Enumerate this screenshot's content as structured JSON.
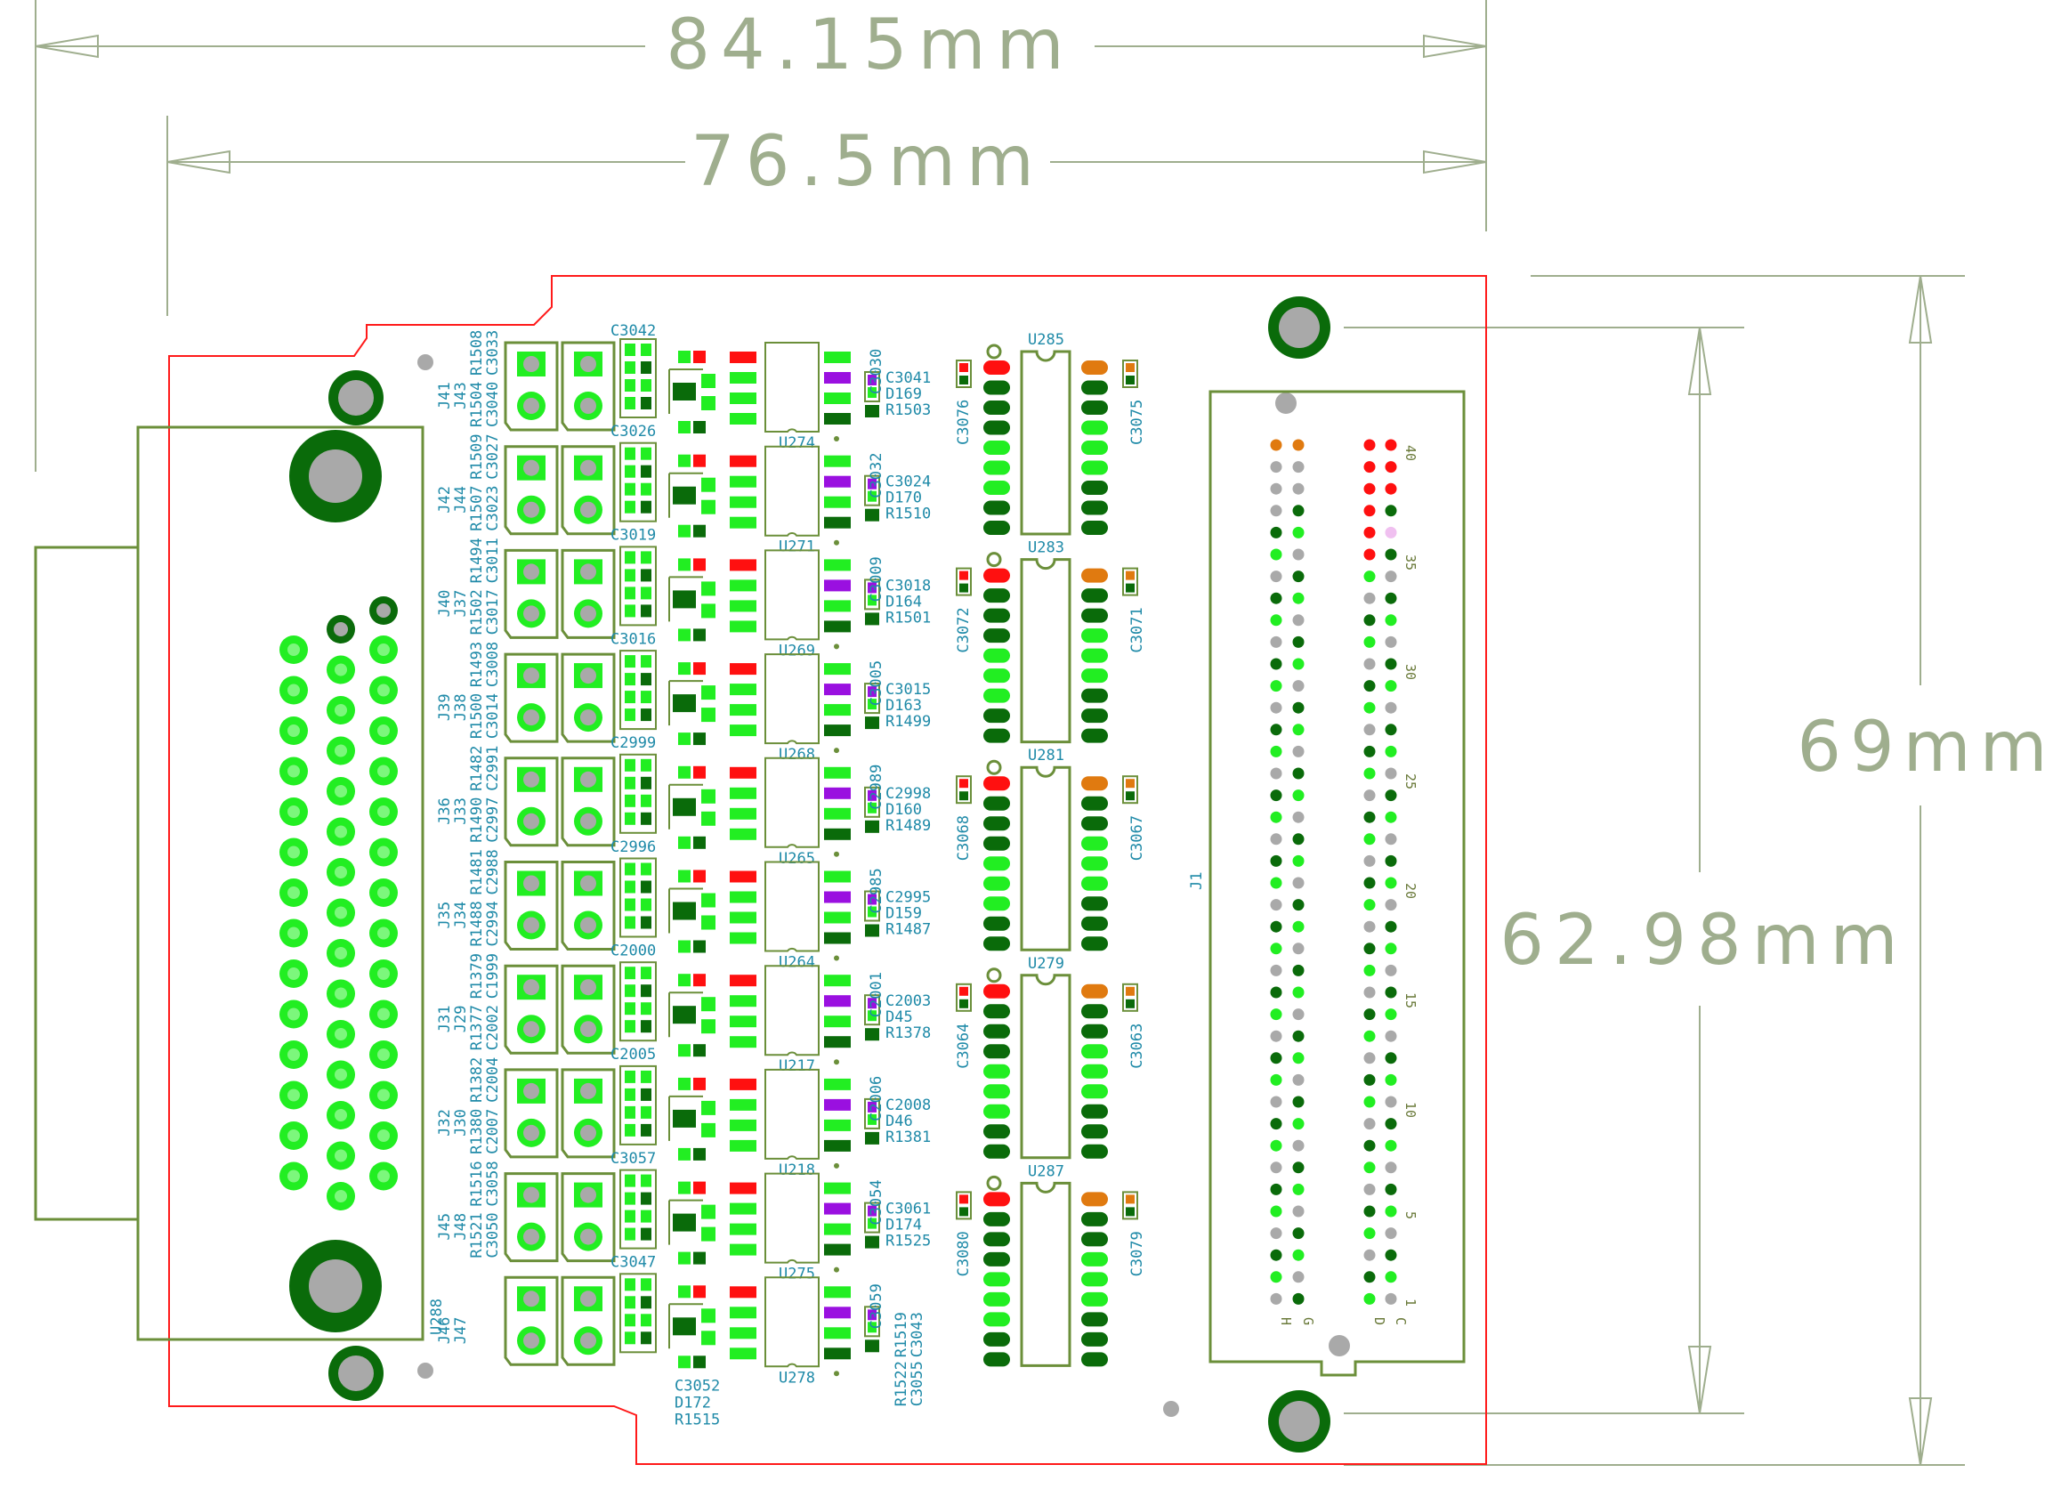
{
  "dimensions": {
    "overall_width": "84.15mm",
    "inner_width": "76.5mm",
    "overall_height": "69mm",
    "inner_height": "62.98mm"
  },
  "colors": {
    "outline": "#6b8f3a",
    "board_edge": "#ff1a1a",
    "dim_line": "#9fae8e",
    "pad_bright": "#22ee22",
    "pad_dark": "#0a6b0a",
    "pad_red": "#ff1010",
    "pad_orange": "#e07a10",
    "pad_purple": "#9a10e0",
    "label": "#1f8aa8",
    "drill": "#a9a9a9"
  },
  "channels": [
    {
      "connectors": [
        "J41",
        "J43"
      ],
      "refs": [
        "R1504",
        "R1508",
        "C3040",
        "C3033"
      ],
      "cap_top": "C3042",
      "cap_bottom": "C3026",
      "ic": "U274",
      "cap_vert": "C3030",
      "side": [
        "C3041",
        "D169",
        "R1503"
      ]
    },
    {
      "connectors": [
        "J42",
        "J44"
      ],
      "refs": [
        "R1507",
        "R1509",
        "C3023",
        "C3027"
      ],
      "cap_bottom": "C3019",
      "ic": "U271",
      "cap_vert": "C3032",
      "side": [
        "C3024",
        "D170",
        "R1510"
      ]
    },
    {
      "connectors": [
        "J40",
        "J37"
      ],
      "refs": [
        "R1502",
        "R1494",
        "C3017",
        "C3011"
      ],
      "cap_bottom": "C3016",
      "ic": "U269",
      "cap_vert": "C3009",
      "side": [
        "C3018",
        "D164",
        "R1501"
      ]
    },
    {
      "connectors": [
        "J39",
        "J38"
      ],
      "refs": [
        "R1500",
        "R1493",
        "C3014",
        "C3008"
      ],
      "cap_bottom": "C2999",
      "ic": "U268",
      "cap_vert": "C3005",
      "side": [
        "C3015",
        "D163",
        "R1499"
      ]
    },
    {
      "connectors": [
        "J36",
        "J33"
      ],
      "refs": [
        "R1490",
        "R1482",
        "C2997",
        "C2991"
      ],
      "cap_bottom": "C2996",
      "ic": "U265",
      "cap_vert": "C2989",
      "side": [
        "C2998",
        "D160",
        "R1489"
      ]
    },
    {
      "connectors": [
        "J35",
        "J34"
      ],
      "refs": [
        "R1488",
        "R1481",
        "C2994",
        "C2988"
      ],
      "cap_bottom": "C2000",
      "ic": "U264",
      "cap_vert": "C2985",
      "side": [
        "C2995",
        "D159",
        "R1487"
      ]
    },
    {
      "connectors": [
        "J31",
        "J29"
      ],
      "refs": [
        "R1377",
        "R1379",
        "C2002",
        "C1999"
      ],
      "cap_bottom": "C2005",
      "ic": "U217",
      "cap_vert": "C2001",
      "side": [
        "C2003",
        "D45",
        "R1378"
      ]
    },
    {
      "connectors": [
        "J32",
        "J30"
      ],
      "refs": [
        "R1380",
        "R1382",
        "C2007",
        "C2004"
      ],
      "cap_bottom": "C3057",
      "ic": "U218",
      "cap_vert": "C2006",
      "side": [
        "C2008",
        "D46",
        "R1381"
      ]
    },
    {
      "connectors": [
        "J45",
        "J48"
      ],
      "refs": [
        "R1521",
        "R1516",
        "C3050",
        "C3058"
      ],
      "cap_bottom": "C3047",
      "ic": "U275",
      "cap_vert": "C3054",
      "side": [
        "C3061",
        "D174",
        "R1525"
      ]
    },
    {
      "connectors": [
        "J46",
        "J47"
      ],
      "refs": [],
      "ic": "U278",
      "cap_vert": "C3059",
      "bottom_refs": [
        "C3052",
        "D172",
        "R1515"
      ],
      "side_vertical": [
        "R1522",
        "R1519",
        "C3055",
        "C3043"
      ]
    }
  ],
  "drivers": [
    {
      "ic": "U285",
      "cap_left": "C3076",
      "cap_right": "C3075"
    },
    {
      "ic": "U283",
      "cap_left": "C3072",
      "cap_right": "C3071"
    },
    {
      "ic": "U281",
      "cap_left": "C3068",
      "cap_right": "C3067"
    },
    {
      "ic": "U279",
      "cap_left": "C3064",
      "cap_right": "C3063"
    },
    {
      "ic": "U287",
      "cap_left": "C3080",
      "cap_right": "C3079"
    }
  ],
  "dsub_label": "U288",
  "header": {
    "ref": "J1",
    "row_numbers": [
      "40",
      "35",
      "30",
      "25",
      "20",
      "15",
      "10",
      "5",
      "1"
    ],
    "column_letters": [
      "H",
      "G",
      "D",
      "C"
    ]
  }
}
